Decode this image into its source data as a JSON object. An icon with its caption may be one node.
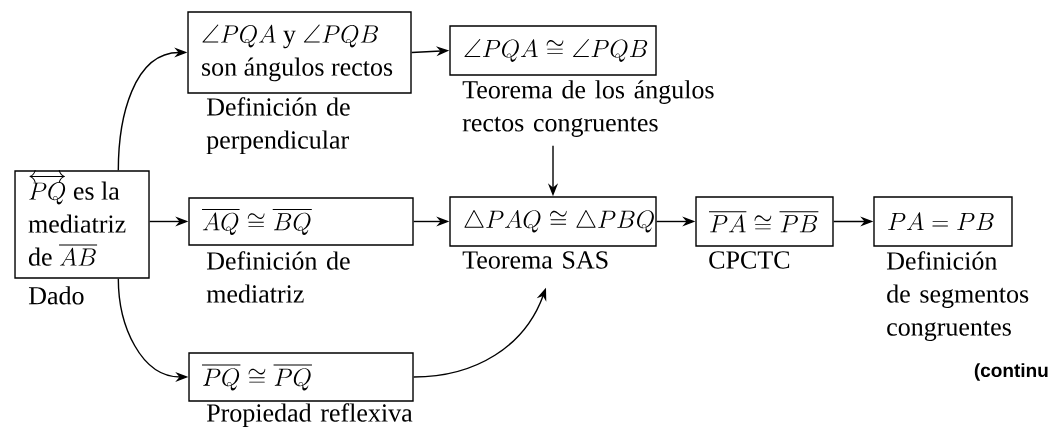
{
  "diagram": {
    "nodes": [
      {
        "text": [
          "\\begin{array}{@{}l@{}}\\overleftrightarrow{PQ}\\text{ es la}\\\\ \\text{mediatriz}\\\\ \\text{de }\\overline{AB}\\end{array}"
        ],
        "beside": [
          "Dado"
        ]
      },
      {
        "text": [
          "\\begin{array}{@{}l@{}}\\angle PQA\\text{ y }\\angle PQB\\\\ \\text{son ángulos rectos}\\end{array}"
        ],
        "beside": [
          "Definición de perpendicular"
        ]
      },
      {
        "text": [
          "\\angle PQA \\cong \\angle PQB"
        ],
        "beside": [
          "Teorema de los ángulos rectos congruentes"
        ]
      },
      {
        "text": [
          "\\overline{AQ} \\cong \\overline{BQ}"
        ],
        "beside": [
          "Definición de mediatriz"
        ]
      },
      {
        "text": [
          "\\triangle PAQ \\cong \\triangle PBQ"
        ],
        "beside": [
          "Teorema SAS"
        ]
      },
      {
        "text": [
          "\\overline{PA} \\cong \\overline{PB}"
        ],
        "beside": [
          "CPCTC"
        ]
      },
      {
        "text": [
          "PA = PB"
        ],
        "beside": [
          "Definición de segmentos congruentes"
        ]
      },
      {
        "text": [
          "\\overline{PQ} \\cong \\overline{PQ}"
        ],
        "beside": [
          "Propiedad reflexiva"
        ]
      }
    ],
    "edges": [
      {
        "from": 0,
        "to": 1,
        "arrow": "to"
      },
      {
        "from": 0,
        "to": 3,
        "arrow": "to"
      },
      {
        "from": 0,
        "to": 7,
        "arrow": "to"
      },
      {
        "from": 1,
        "to": 2,
        "arrow": "to"
      },
      {
        "from": 2,
        "to": 4,
        "arrow": "to"
      },
      {
        "from": 3,
        "to": 4,
        "arrow": "to"
      },
      {
        "from": 7,
        "to": 4,
        "arrow": "to"
      },
      {
        "from": 4,
        "to": 5,
        "arrow": "to"
      },
      {
        "from": 5,
        "to": 6,
        "arrow": "to"
      }
    ],
    "labels": [
      "(continu"
    ]
  }
}
